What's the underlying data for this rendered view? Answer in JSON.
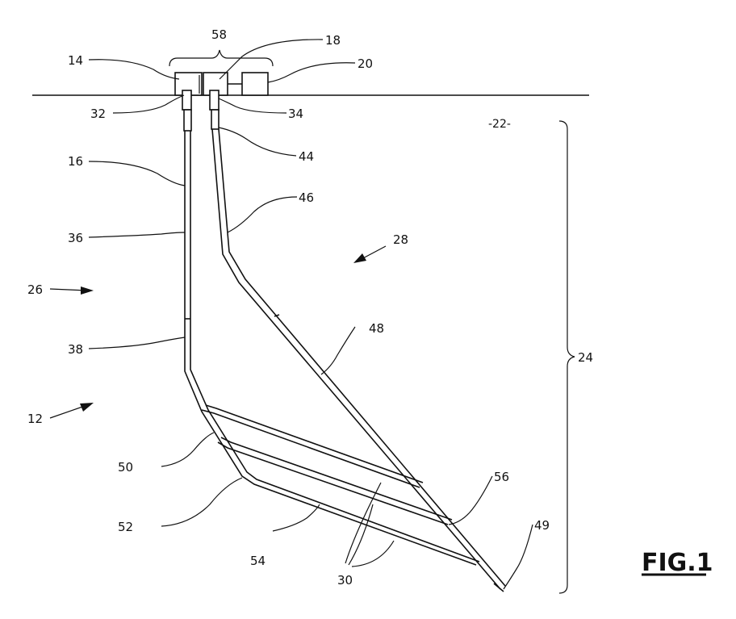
{
  "figure": {
    "caption": "FIG.1"
  },
  "labels": {
    "n58": "58",
    "n14": "14",
    "n18": "18",
    "n20": "20",
    "n32": "32",
    "n34": "34",
    "n22": "-22-",
    "n44": "44",
    "n16": "16",
    "n46": "46",
    "n36": "36",
    "n28": "28",
    "n26": "26",
    "n48": "48",
    "n38": "38",
    "n24": "24",
    "n12": "12",
    "n50": "50",
    "n56": "56",
    "n52": "52",
    "n49": "49",
    "n54": "54",
    "n30": "30"
  }
}
